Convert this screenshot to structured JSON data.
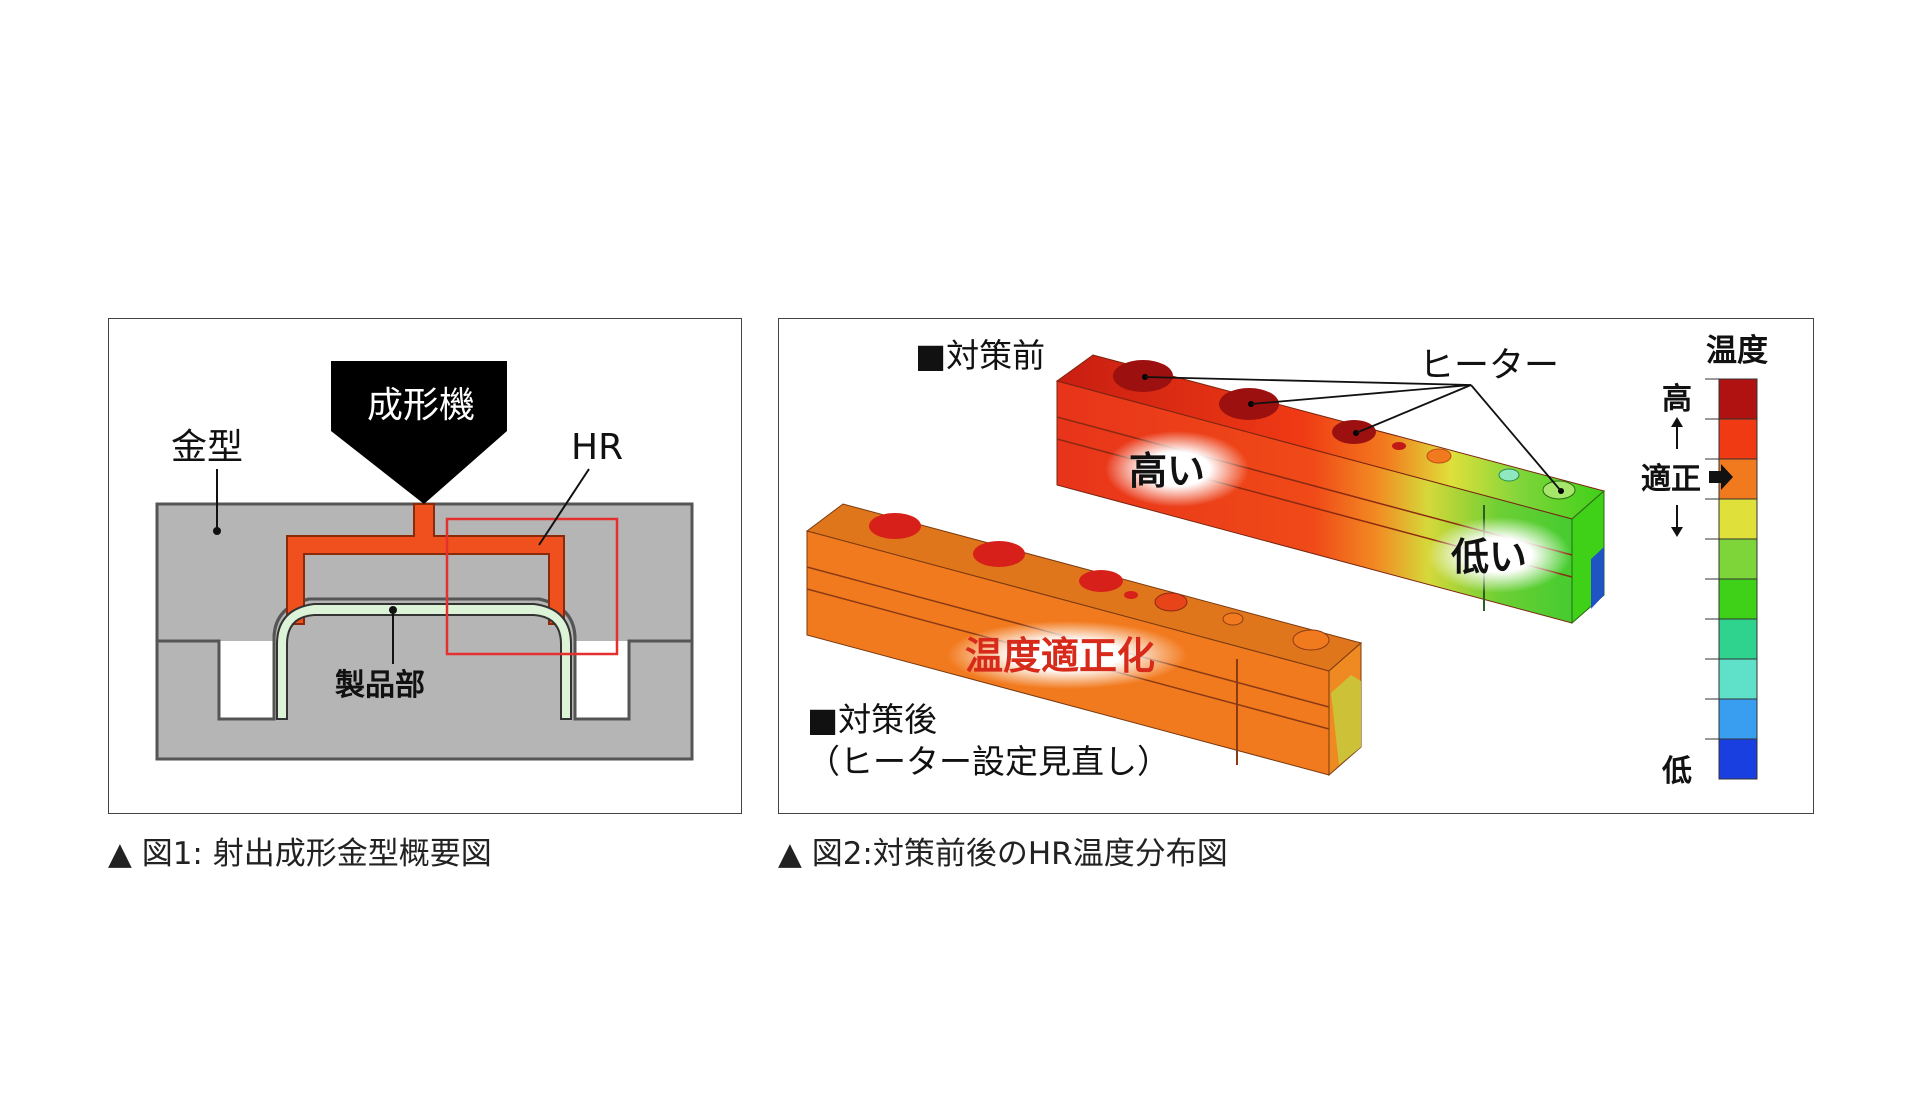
{
  "figure1": {
    "machine_label": "成形機",
    "mold_label": "金型",
    "hr_label": "HR",
    "product_label": "製品部",
    "caption": "▲ 図1: 射出成形金型概要図",
    "colors": {
      "mold": "#b5b5b5",
      "runner": "#f0501e",
      "product": "#dcf3d8",
      "machine": "#000000",
      "highlight_box": "#e53030"
    }
  },
  "figure2": {
    "before_label": "■対策前",
    "after_label_line1": "■対策後",
    "after_label_line2": "（ヒーター設定見直し）",
    "heater_label": "ヒーター",
    "high_label": "高い",
    "low_label": "低い",
    "optimized_label": "温度適正化",
    "caption": "▲ 図2:対策前後のHR温度分布図",
    "legend": {
      "title": "温度",
      "high": "高",
      "optimal": "適正",
      "low": "低",
      "colors": [
        "#b01212",
        "#f03a14",
        "#f27a1e",
        "#dfe03a",
        "#7ed53a",
        "#3fd018",
        "#2fd38e",
        "#5fe0c8",
        "#3a9ef0",
        "#1a3fe0"
      ]
    }
  }
}
